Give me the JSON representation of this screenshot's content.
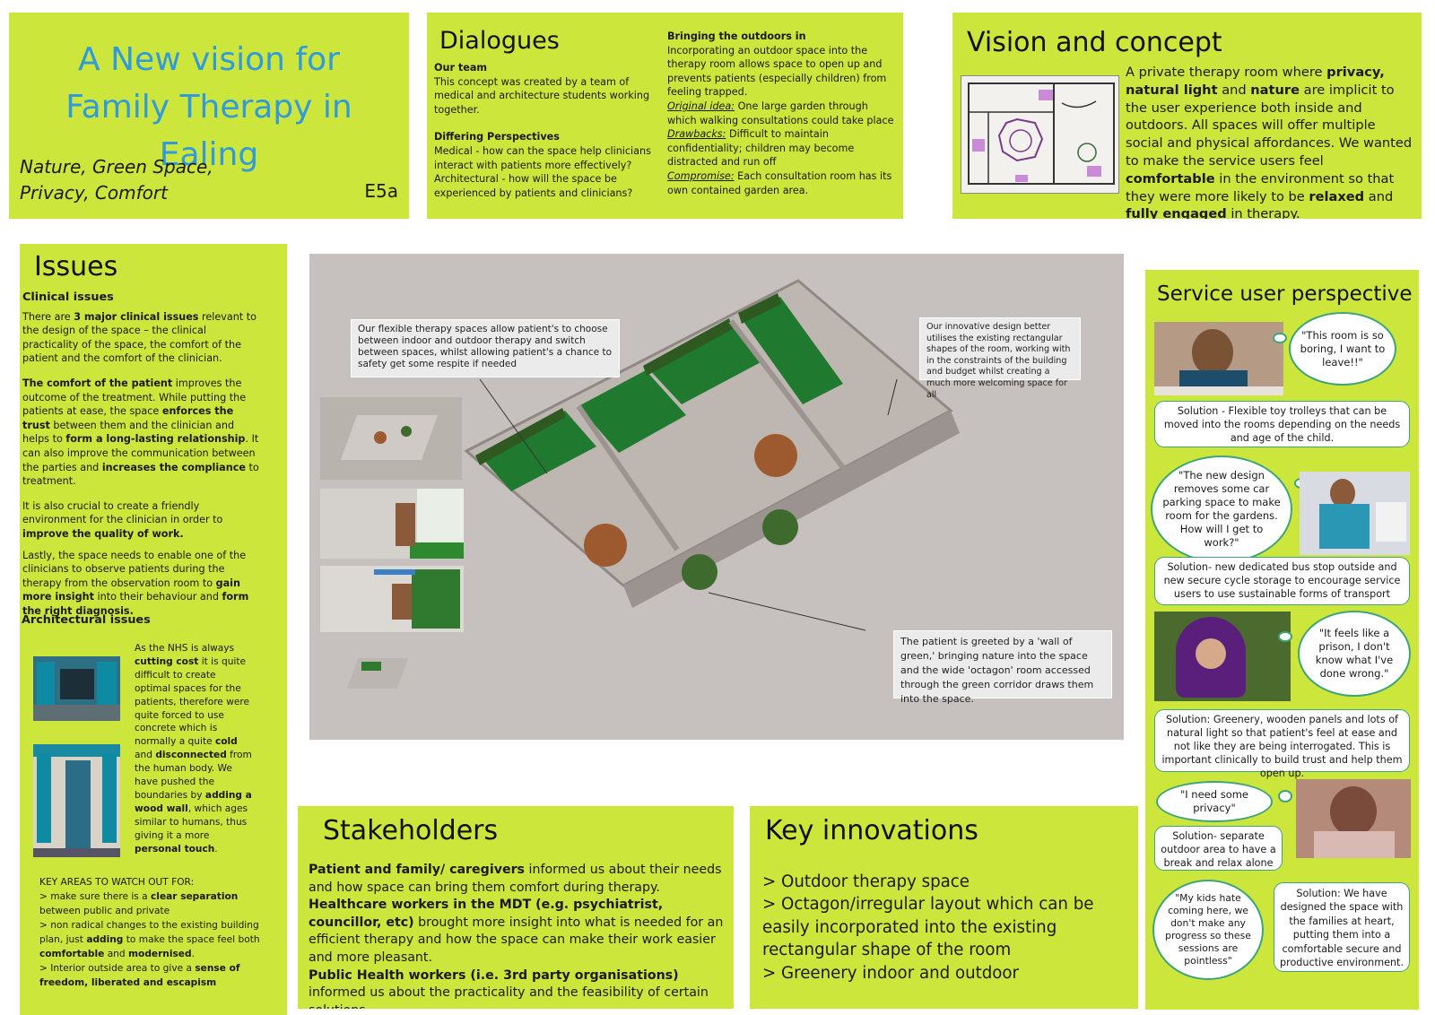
{
  "title_panel": {
    "title_line1": "A New vision for",
    "title_line2": "Family Therapy in",
    "title_line3": "Ealing",
    "subtitle_line1": "Nature, Green Space,",
    "subtitle_line2": "Privacy, Comfort",
    "code": "E5a"
  },
  "dialogues": {
    "heading": "Dialogues",
    "our_team_heading": "Our team",
    "our_team_text": "This concept was created by a team of medical and architecture students working together.",
    "perspectives_heading": "Differing Perspectives",
    "perspectives_medical": "Medical - how can the space help clinicians interact with patients more effectively?",
    "perspectives_arch": "Architectural - how will the space be experienced by patients and clinicians?",
    "outdoors_heading": "Bringing the outdoors in",
    "outdoors_text": "Incorporating an outdoor space into the therapy room allows space to open up and prevents patients (especially children) from feeling trapped.",
    "original_label": "Original idea:",
    "original_text": " One large garden through which walking consultations could take place",
    "drawbacks_label": "Drawbacks:",
    "drawbacks_text": " Difficult to maintain confidentiality; children may become distracted and run off",
    "compromise_label": "Compromise:",
    "compromise_text": " Each consultation room has its own contained garden area."
  },
  "vision": {
    "heading": "Vision and concept",
    "t1": "A private therapy room where ",
    "b1": "privacy, natural light",
    "t2": " and ",
    "b2": "nature",
    "t3": " are implicit to the user experience both inside and outdoors. All spaces will offer multiple  social and physical affordances. We wanted to make the service users feel ",
    "b3": "comfortable",
    "t4": " in the environment so that they were more likely to be ",
    "b4": "relaxed",
    "t5": " and ",
    "b5": "fully engaged",
    "t6": " in therapy."
  },
  "issues": {
    "heading": "Issues",
    "clinical_heading": "Clinical issues",
    "p1_a": "There are ",
    "p1_b": "3 major clinical issues",
    "p1_c": " relevant to the design of the space – the clinical practicality of the space, the comfort of the patient and the comfort of the clinician.",
    "p2_b1": "The comfort of the patient",
    "p2_a": " improves the outcome of the treatment. While putting the patients at ease, the space ",
    "p2_b2": "enforces the trust",
    "p2_c": " between them and the clinician and helps to ",
    "p2_b3": "form a long-lasting relationship",
    "p2_d": ". It can also improve the communication between the parties and ",
    "p2_b4": "increases the compliance",
    "p2_e": " to treatment.",
    "p3_a": "It is also crucial to create a friendly environment for the clinician in order to ",
    "p3_b": "improve the quality of work.",
    "p4_a": "Lastly, the space needs to enable one of the clinicians to observe patients during the therapy from the observation room to ",
    "p4_b1": "gain more insight",
    "p4_c": " into their behaviour and ",
    "p4_b2": "form the right diagnosis.",
    "arch_heading": "Architectural issues",
    "arch_a": "As the NHS is always ",
    "arch_b1": "cutting cost",
    "arch_c": " it is quite difficult to create optimal spaces for the patients, therefore were quite forced to use concrete which is normally a quite ",
    "arch_b2": "cold",
    "arch_d": " and ",
    "arch_b3": "disconnected",
    "arch_e": " from the human body. We have pushed the boundaries by ",
    "arch_b4": "adding a wood wall",
    "arch_f": ", which ages similar to humans, thus giving it a more ",
    "arch_b5": "personal touch",
    "arch_g": ".",
    "key_heading": "KEY AREAS TO WATCH OUT FOR:",
    "k1_a": "> make sure there is a ",
    "k1_b": "clear separation",
    "k1_c": " between public and private",
    "k2_a": "> non radical changes to the existing building plan, just ",
    "k2_b1": "adding",
    "k2_c": " to make the space feel both ",
    "k2_b2": "comfortable",
    "k2_d": " and ",
    "k2_b3": "modernised",
    "k2_e": ".",
    "k3_a": "> Interior outside area to give a ",
    "k3_b": "sense of freedom, liberated and escapism"
  },
  "center": {
    "callout_left": "Our flexible therapy spaces allow patient's to choose between indoor and outdoor therapy and switch between spaces, whilst allowing patient's a chance to safety get some respite if needed",
    "callout_right": "Our innovative design better utilises the existing rectangular shapes of the room, working with in the constraints of the building and budget whilst creating a much more welcoming space for all",
    "callout_bottom": "The patient is greeted by a 'wall of green,' bringing nature into the space and the wide 'octagon' room accessed through the green corridor draws them into the space."
  },
  "stakeholders": {
    "heading": "Stakeholders",
    "s1_b": "Patient and family/ caregivers",
    "s1_t": " informed us about their needs and how space can bring them comfort during therapy.",
    "s2_b": "Healthcare workers in the MDT (e.g. psychiatrist, councillor, etc)",
    "s2_t": " brought more insight into what is needed for an efficient therapy and how the space can make their work easier and more pleasant.",
    "s3_b": "Public Health workers (i.e. 3rd party organisations)",
    "s3_t": " informed us about the practicality and the feasibility of certain solutions."
  },
  "key_innovations": {
    "heading": "Key innovations",
    "items": [
      "> Outdoor therapy space",
      "> Octagon/irregular layout which can be easily incorporated into the existing rectangular shape of the room",
      "> Greenery indoor and outdoor"
    ]
  },
  "service_user": {
    "heading": "Service user perspective",
    "q1": "\"This room is so boring, I want to leave!!\"",
    "s1": "Solution - Flexible toy trolleys that can be moved into the rooms depending on the needs and age of the child.",
    "q2": "\"The new design removes some car parking space to make room for the gardens. How will I get to work?\"",
    "s2": "Solution- new dedicated bus stop outside and new secure cycle storage to encourage service users to use sustainable forms of transport",
    "q3": "\"It feels like a prison, I don't know what I've done wrong.\"",
    "s3": "Solution: Greenery, wooden panels and lots of natural light so that patient's feel at ease and not like they are being interrogated. This is important clinically to build trust and help them open up.",
    "q4": "\"I need some privacy\"",
    "s4": "Solution-  separate outdoor area to have a break and relax alone",
    "q5": "\"My kids hate coming here, we don't make any progress so these sessions are pointless\"",
    "s5": "Solution:  We have designed the space with the families at heart, putting them into a comfortable secure and productive environment."
  },
  "colors": {
    "panel_green": "#cde63c",
    "title_blue": "#2f9bdc",
    "bubble_border": "#3fa47a"
  }
}
